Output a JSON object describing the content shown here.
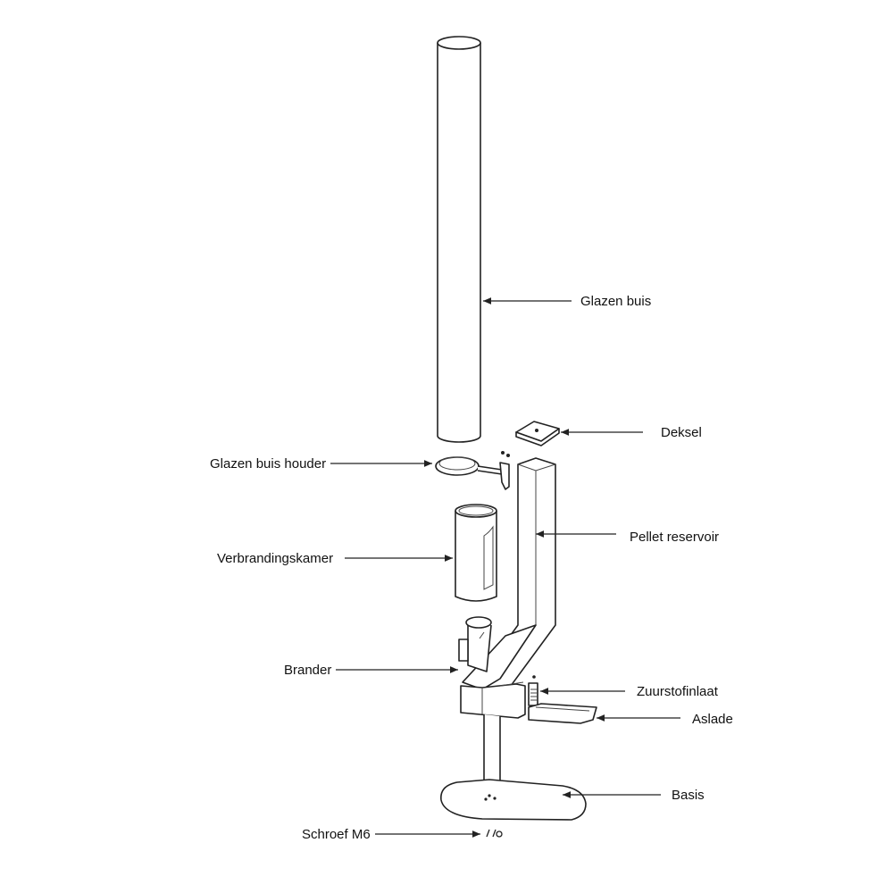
{
  "diagram": {
    "labels": {
      "glass_tube": "Glazen buis",
      "lid": "Deksel",
      "glass_tube_holder": "Glazen buis houder",
      "pellet_reservoir": "Pellet reservoir",
      "combustion_chamber": "Verbrandingskamer",
      "burner": "Brander",
      "oxygen_inlet": "Zuurstofinlaat",
      "ash_tray": "Aslade",
      "base": "Basis",
      "screw": "Schroef M6"
    },
    "colors": {
      "line": "#222222",
      "background": "#ffffff"
    }
  }
}
